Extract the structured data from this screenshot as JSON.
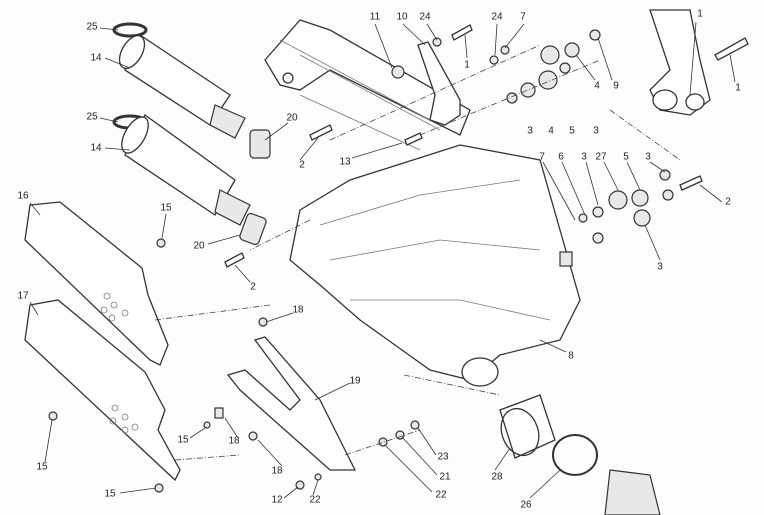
{
  "diagram": {
    "type": "exploded-parts-view",
    "callouts": [
      "25",
      "14",
      "25",
      "14",
      "20",
      "20",
      "16",
      "15",
      "17",
      "15",
      "15",
      "15",
      "11",
      "10",
      "24",
      "1",
      "24",
      "7",
      "9",
      "4",
      "3",
      "4",
      "5",
      "3",
      "1",
      "1",
      "2",
      "13",
      "7",
      "6",
      "3",
      "27",
      "5",
      "3",
      "2",
      "3",
      "2",
      "18",
      "19",
      "18",
      "18",
      "12",
      "22",
      "22",
      "21",
      "23",
      "8",
      "28",
      "26"
    ]
  }
}
